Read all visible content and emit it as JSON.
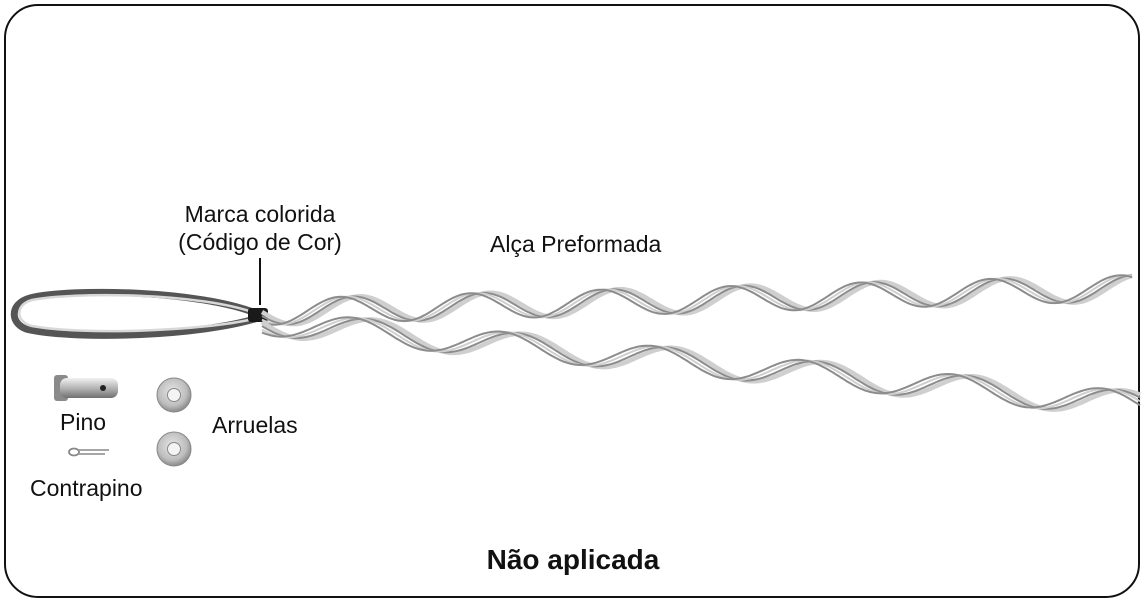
{
  "labels": {
    "color_mark_line1": "Marca colorida",
    "color_mark_line2": "(Código de Cor)",
    "preformed_grip": "Alça Preformada",
    "pin": "Pino",
    "washers": "Arruelas",
    "cotter_pin": "Contrapino"
  },
  "footer": {
    "status": "Não aplicada"
  },
  "colors": {
    "border": "#111111",
    "metal": "#b9b9b9",
    "metal_dark": "#7a7a7a",
    "metal_light": "#e8e8e8",
    "color_mark": "#1a1a1a"
  },
  "icons": [
    "preformed-grip-icon",
    "pin-icon",
    "cotter-pin-icon",
    "washer-icon"
  ]
}
